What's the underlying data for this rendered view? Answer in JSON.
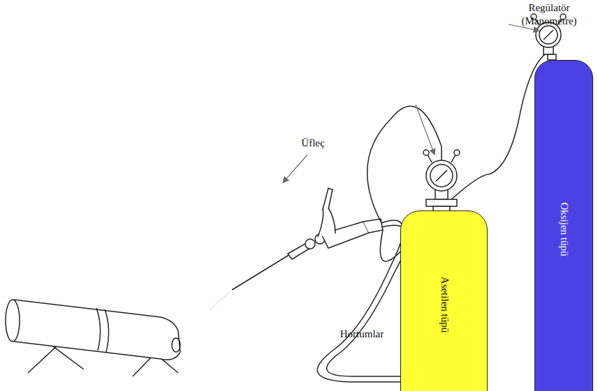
{
  "diagram": {
    "nodes": [
      {
        "text": [
          "Asetilen tüpü"
        ]
      },
      {
        "text": [
          "Oksijen tüpü"
        ]
      }
    ],
    "labels": [
      "Regülatör (Manometre)",
      "Üfleç",
      "Hortumlar"
    ]
  }
}
